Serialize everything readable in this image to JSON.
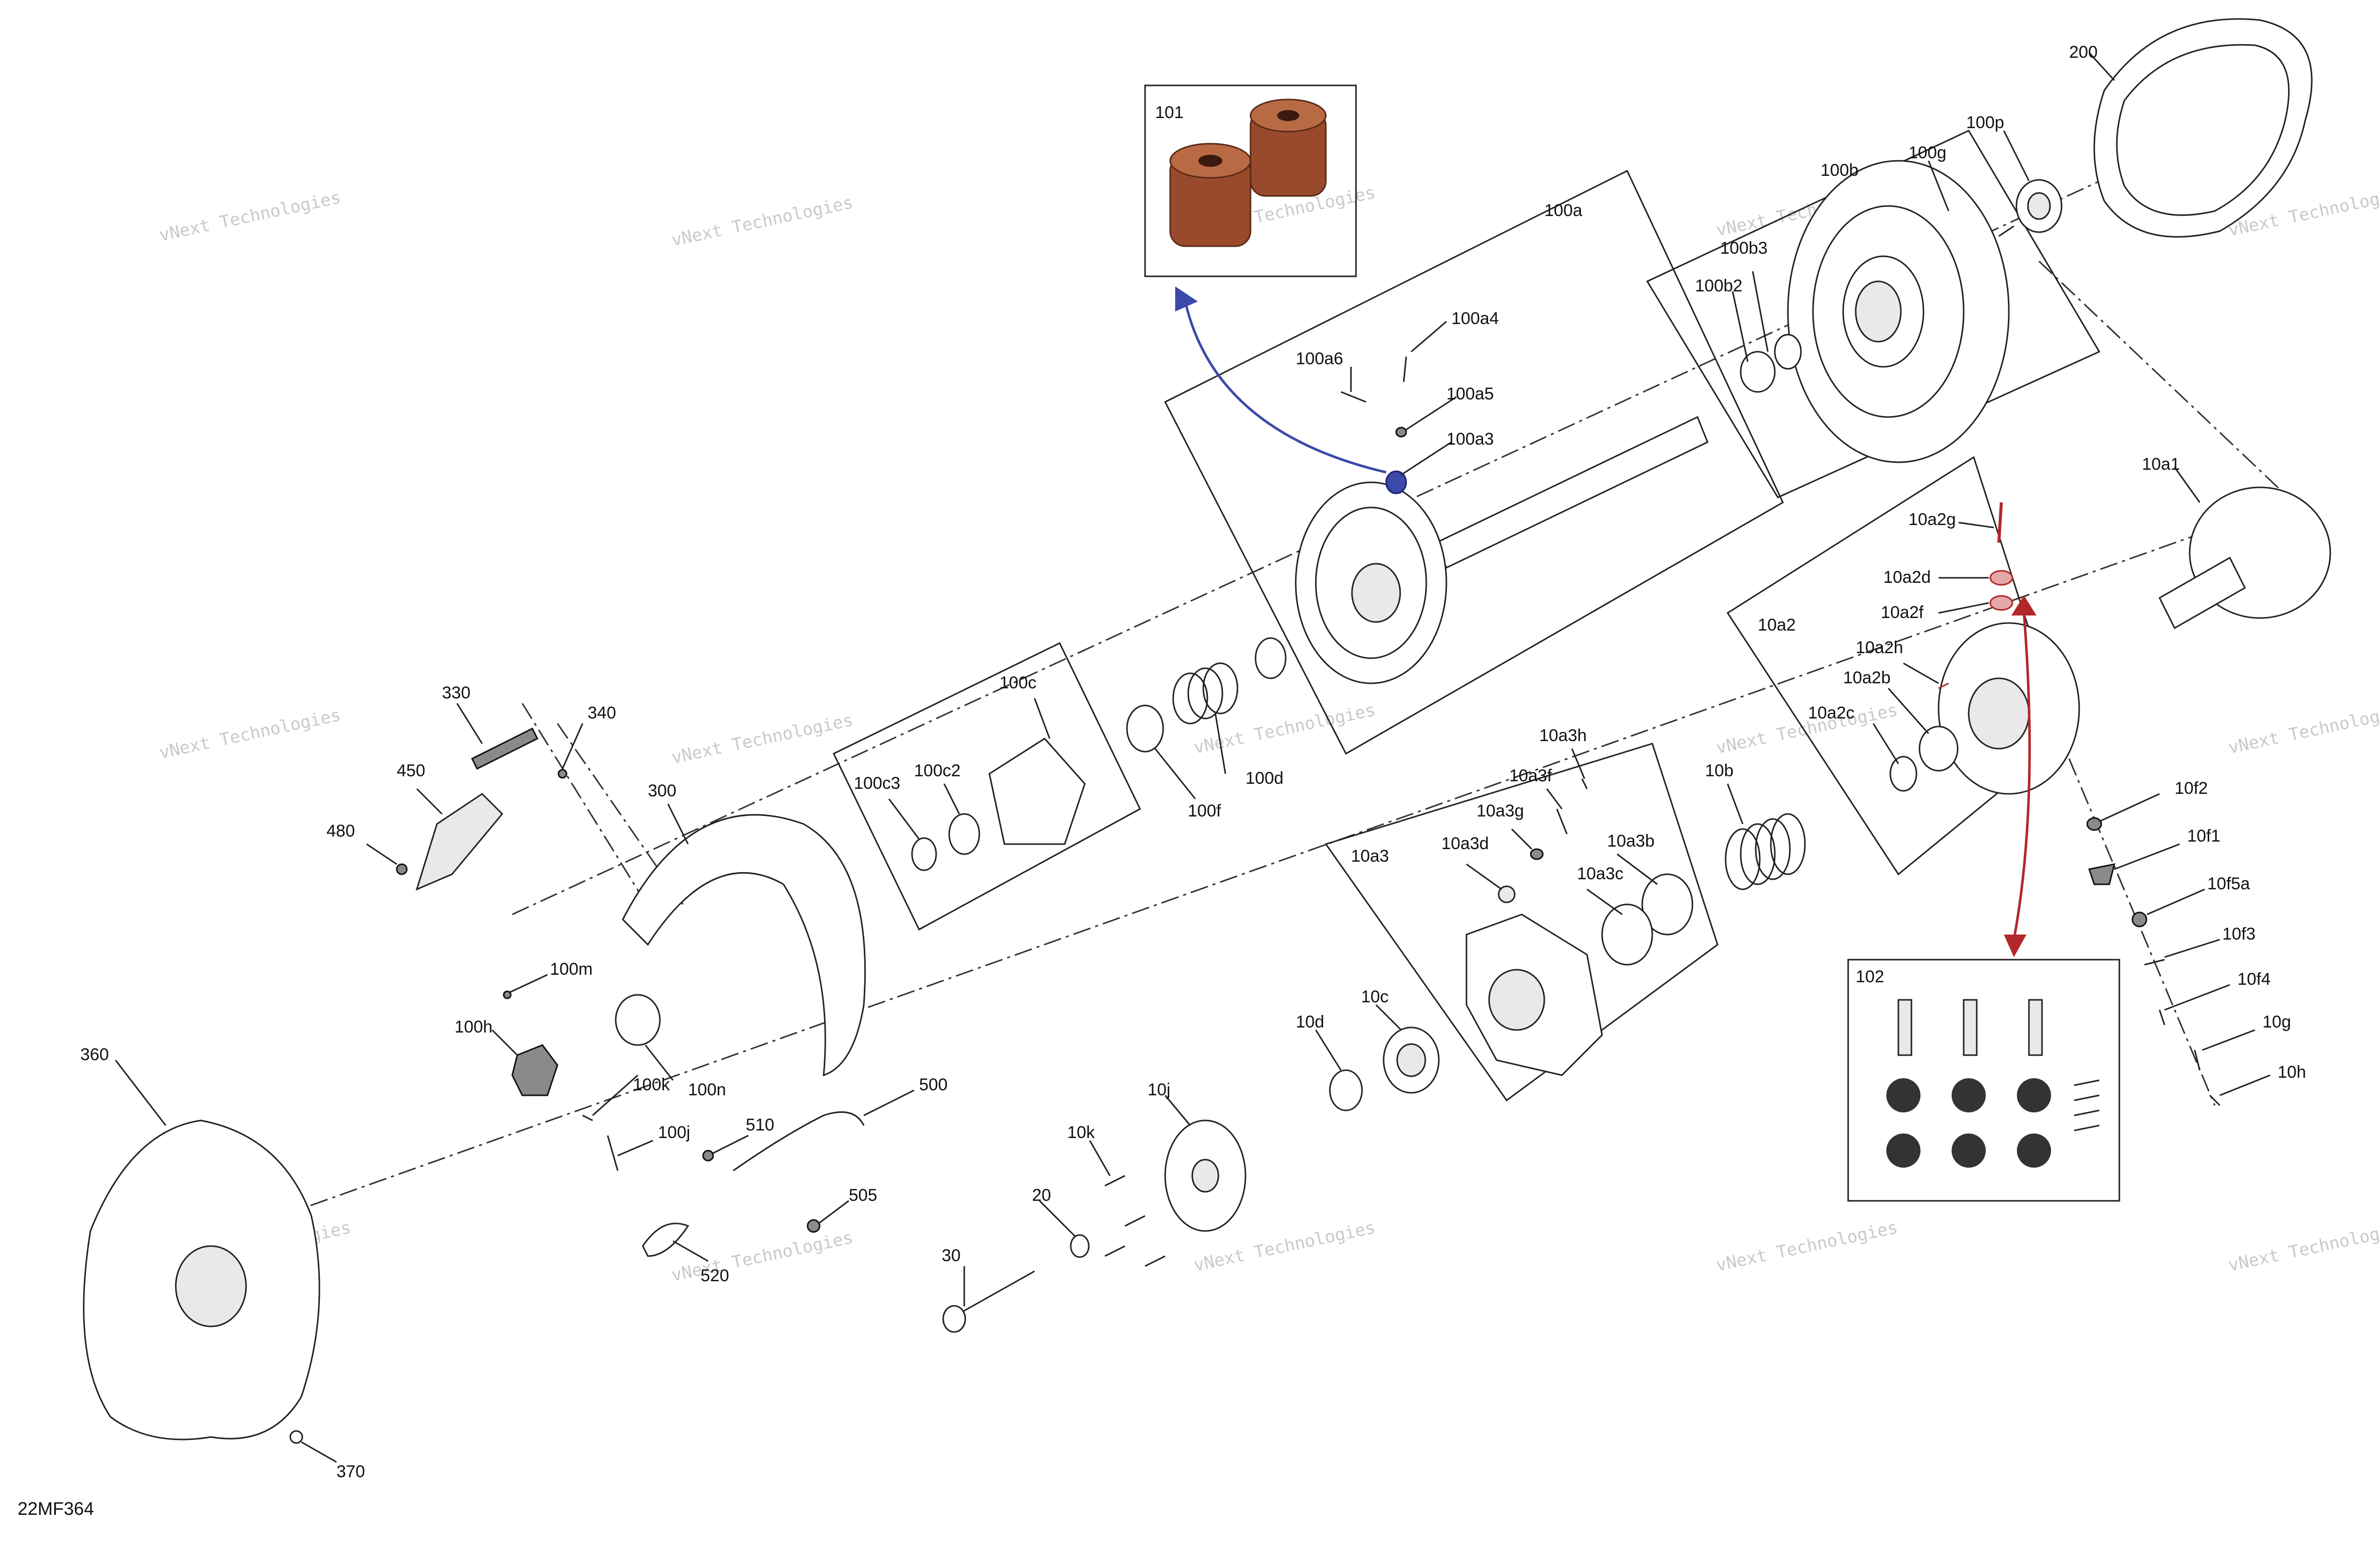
{
  "diagram": {
    "code": "22MF364",
    "watermark_line1": "vNext Technologies",
    "watermark_line2": "vNext",
    "watermark_line3": "Technologies",
    "colors": {
      "line": "#222222",
      "highlight_blue": "#3b4aa8",
      "highlight_red": "#b3262a",
      "bushing_brown": "#9a4a2c"
    },
    "groups": [
      {
        "id": "101",
        "label": "101"
      },
      {
        "id": "102",
        "label": "102"
      },
      {
        "id": "100a",
        "label": "100a"
      },
      {
        "id": "100b",
        "label": "100b"
      },
      {
        "id": "100c",
        "label": "100c"
      },
      {
        "id": "10a2",
        "label": "10a2"
      },
      {
        "id": "10a3",
        "label": "10a3"
      }
    ],
    "labels": [
      "200",
      "100p",
      "100g",
      "100b",
      "100b3",
      "100b2",
      "100a",
      "100a4",
      "100a6",
      "100a5",
      "100a3",
      "10a1",
      "10a2g",
      "10a2d",
      "10a2f",
      "10a2h",
      "10a2b",
      "10a2c",
      "10a2",
      "100c",
      "100c2",
      "100c3",
      "100d",
      "100f",
      "10a3h",
      "10a3f",
      "10a3g",
      "10a3d",
      "10a3b",
      "10a3c",
      "10a3",
      "10b",
      "10f2",
      "10f1",
      "10f5a",
      "10f3",
      "10f4",
      "10g",
      "10h",
      "330",
      "340",
      "450",
      "480",
      "300",
      "100m",
      "100h",
      "100k",
      "100n",
      "100j",
      "500",
      "510",
      "505",
      "520",
      "360",
      "370",
      "10d",
      "10c",
      "10j",
      "10k",
      "20",
      "30"
    ]
  }
}
